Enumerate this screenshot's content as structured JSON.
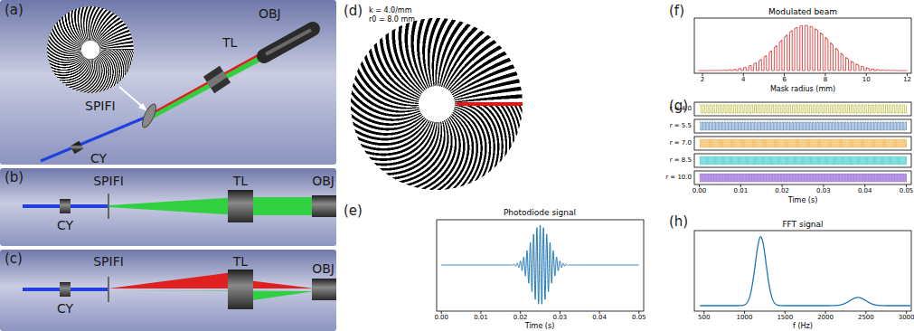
{
  "diagram": {
    "labels": [
      "(a)",
      "OBJ",
      "TL",
      "SPIFI",
      "CY",
      "(b)",
      "CY",
      "SPIFI",
      "TL",
      "OBJ",
      "(c)",
      "SPIFI",
      "CY",
      "TL",
      "OBJ",
      "(d)",
      "k = 4.0/mm",
      "r0 = 8.0 mm",
      "(e)",
      "Photodiode signal",
      "0.00",
      "0.01",
      "0.02",
      "0.03",
      "0.04",
      "0.05",
      "Time (s)",
      "(f)",
      "Modulated beam",
      "2",
      "4",
      "6",
      "8",
      "10",
      "12",
      "Mask radius (mm)",
      "(g)",
      "r = 4.0",
      "r = 5.5",
      "r = 7.0",
      "r = 8.5",
      "r = 10.0",
      "0.00",
      "0.01",
      "0.02",
      "0.03",
      "0.04",
      "0.05",
      "Time (s)",
      "(h)",
      "FFT signal",
      "500",
      "1000",
      "1500",
      "2000",
      "2500",
      "3000",
      "f (Hz)"
    ]
  }
}
